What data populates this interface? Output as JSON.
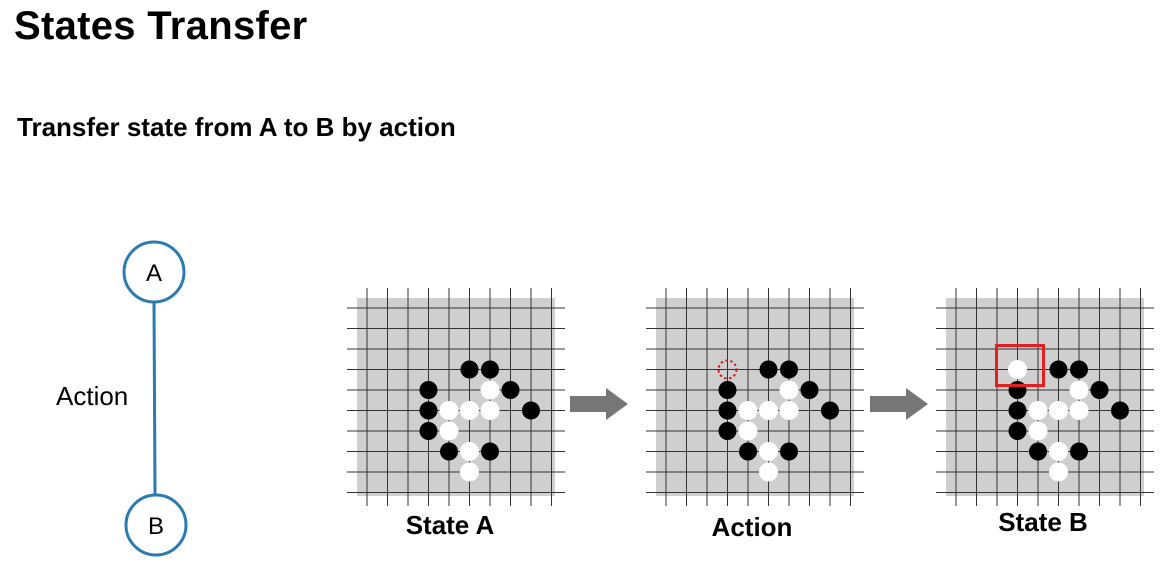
{
  "slide": {
    "title": "States Transfer",
    "subtitle": "Transfer state from A to B by action"
  },
  "tree": {
    "node_a": "A",
    "node_b": "B",
    "edge_label": "Action",
    "color": "#2b7bb0"
  },
  "boards": [
    {
      "caption": "State A",
      "black": [
        [
          5,
          3
        ],
        [
          6,
          3
        ],
        [
          3,
          4
        ],
        [
          7,
          4
        ],
        [
          3,
          5
        ],
        [
          8,
          5
        ],
        [
          3,
          6
        ],
        [
          4,
          7
        ],
        [
          6,
          7
        ]
      ],
      "white": [
        [
          6,
          4
        ],
        [
          4,
          5
        ],
        [
          5,
          5
        ],
        [
          6,
          5
        ],
        [
          4,
          6
        ],
        [
          5,
          7
        ],
        [
          5,
          8
        ]
      ]
    },
    {
      "caption": "Action",
      "black": [
        [
          5,
          3
        ],
        [
          6,
          3
        ],
        [
          3,
          4
        ],
        [
          7,
          4
        ],
        [
          3,
          5
        ],
        [
          8,
          5
        ],
        [
          3,
          6
        ],
        [
          4,
          7
        ],
        [
          6,
          7
        ]
      ],
      "white": [
        [
          6,
          4
        ],
        [
          4,
          5
        ],
        [
          5,
          5
        ],
        [
          6,
          5
        ],
        [
          4,
          6
        ],
        [
          5,
          7
        ],
        [
          5,
          8
        ]
      ],
      "marker": [
        3,
        3
      ]
    },
    {
      "caption": "State B",
      "black": [
        [
          5,
          3
        ],
        [
          6,
          3
        ],
        [
          3,
          4
        ],
        [
          7,
          4
        ],
        [
          3,
          5
        ],
        [
          8,
          5
        ],
        [
          3,
          6
        ],
        [
          4,
          7
        ],
        [
          6,
          7
        ]
      ],
      "white": [
        [
          3,
          3
        ],
        [
          6,
          4
        ],
        [
          4,
          5
        ],
        [
          5,
          5
        ],
        [
          6,
          5
        ],
        [
          4,
          6
        ],
        [
          5,
          7
        ],
        [
          5,
          8
        ]
      ],
      "highlight": [
        3,
        3
      ]
    }
  ],
  "colors": {
    "board_bg": "#cfcfcf",
    "grid_line": "#333333",
    "arrow": "#767676",
    "highlight": "#e02020",
    "marker": "#cc2020"
  }
}
